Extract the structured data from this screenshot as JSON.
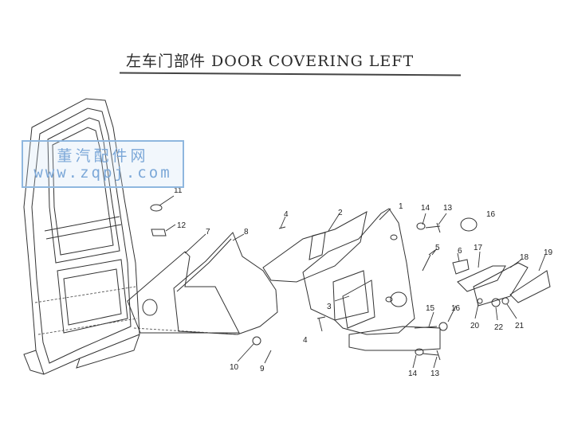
{
  "title": "左车门部件 DOOR COVERING LEFT",
  "watermark": {
    "line1": "董汽配件网",
    "line2": "www.zqpj.com"
  },
  "callouts": [
    {
      "id": "c1",
      "label": "1"
    },
    {
      "id": "c2",
      "label": "2"
    },
    {
      "id": "c3",
      "label": "3"
    },
    {
      "id": "c4a",
      "label": "4"
    },
    {
      "id": "c4b",
      "label": "4"
    },
    {
      "id": "c5",
      "label": "5"
    },
    {
      "id": "c6",
      "label": "6"
    },
    {
      "id": "c7",
      "label": "7"
    },
    {
      "id": "c8",
      "label": "8"
    },
    {
      "id": "c9",
      "label": "9"
    },
    {
      "id": "c10",
      "label": "10"
    },
    {
      "id": "c11",
      "label": "11"
    },
    {
      "id": "c12",
      "label": "12"
    },
    {
      "id": "c13a",
      "label": "13"
    },
    {
      "id": "c13b",
      "label": "13"
    },
    {
      "id": "c14a",
      "label": "14"
    },
    {
      "id": "c14b",
      "label": "14"
    },
    {
      "id": "c15",
      "label": "15"
    },
    {
      "id": "c16a",
      "label": "16"
    },
    {
      "id": "c16b",
      "label": "16"
    },
    {
      "id": "c17",
      "label": "17"
    },
    {
      "id": "c18",
      "label": "18"
    },
    {
      "id": "c19",
      "label": "19"
    },
    {
      "id": "c20",
      "label": "20"
    },
    {
      "id": "c21",
      "label": "21"
    },
    {
      "id": "c22",
      "label": "22"
    }
  ]
}
